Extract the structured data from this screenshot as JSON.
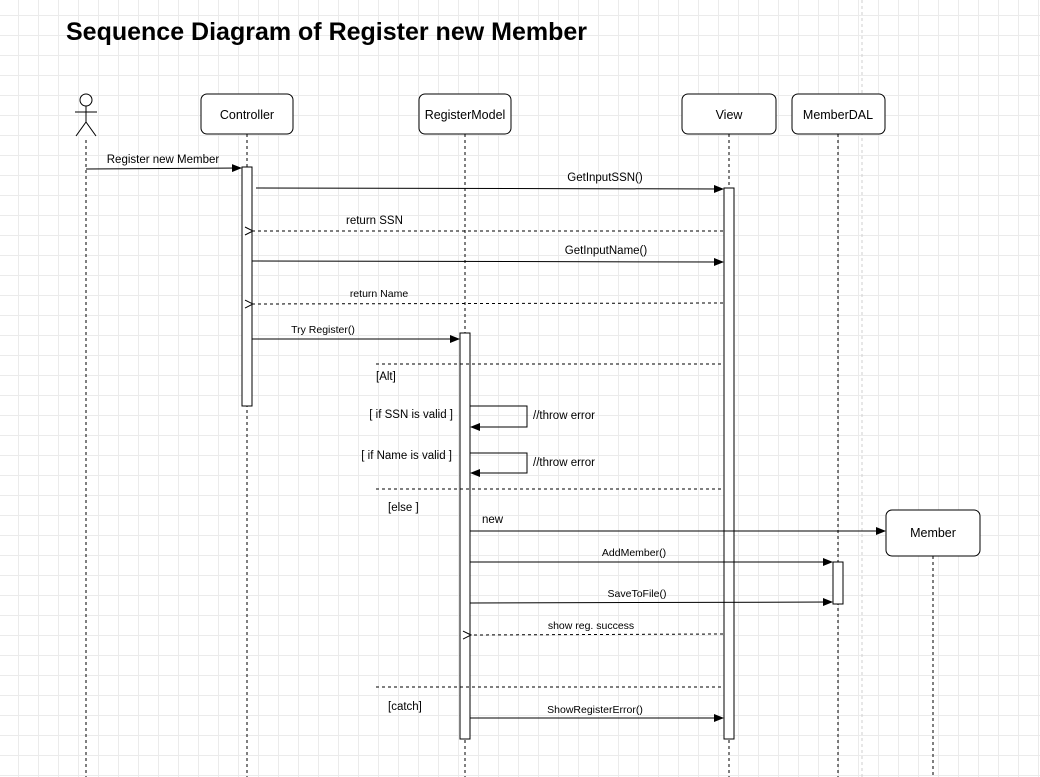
{
  "title": "Sequence Diagram of Register new Member",
  "participants": {
    "controller": "Controller",
    "register_model": "RegisterModel",
    "view": "View",
    "member_dal": "MemberDAL",
    "member": "Member"
  },
  "messages": {
    "register_new_member": "Register new Member",
    "get_input_ssn": "GetInputSSN()",
    "return_ssn": "return  SSN",
    "get_input_name": "GetInputName()",
    "return_name": "return Name",
    "try_register": "Try Register()",
    "throw_error_ssn": "//throw error",
    "throw_error_name": "//throw error",
    "new": "new",
    "add_member": "AddMember()",
    "save_to_file": "SaveToFile()",
    "show_reg_success": "show  reg.  success",
    "show_register_error": "ShowRegisterError()"
  },
  "fragment": {
    "alt": "[Alt]",
    "guard_ssn": "[ if SSN is valid ]",
    "guard_name": "[ if Name is valid ]",
    "else": "[else ]",
    "catch": "[catch]"
  }
}
